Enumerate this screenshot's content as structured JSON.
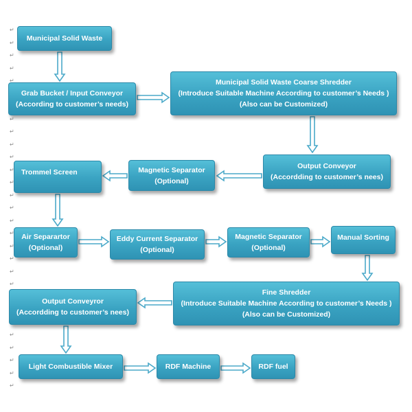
{
  "paragraph_mark": "↵",
  "colors": {
    "box_fill": "#3aa3c2",
    "arrow_fill": "#ffffff",
    "arrow_stroke": "#4aa9c9"
  },
  "boxes": {
    "msw": [
      "Municipal Solid Waste"
    ],
    "grab": [
      "Grab Bucket / Input Conveyor",
      "(According to customer’s needs)"
    ],
    "coarse": [
      "Municipal Solid Waste Coarse Shredder",
      "(Introduce Suitable Machine According to customer’s Needs )",
      "(Also can be Customized)"
    ],
    "output1": [
      "Output Conveyor",
      "(Accordding to customer’s nees)"
    ],
    "mag1": [
      "Magnetic Separator",
      "(Optional)"
    ],
    "trommel": [
      "Trommel Screen"
    ],
    "air": [
      "Air Separartor",
      "(Optional)"
    ],
    "eddy": [
      "Eddy Current Separator",
      "(Optional)"
    ],
    "mag2": [
      "Magnetic Separator",
      "(Optional)"
    ],
    "manual": [
      "Manual Sorting"
    ],
    "fine": [
      "Fine Shredder",
      "(Introduce Suitable Machine According to customer’s Needs )",
      "(Also can be Customized)"
    ],
    "output2": [
      "Output Conveyror",
      "(Accordding to customer’s nees)"
    ],
    "mixer": [
      "Light Combustible Mixer"
    ],
    "rdfmachine": [
      "RDF Machine"
    ],
    "rdffuel": [
      "RDF fuel"
    ]
  }
}
